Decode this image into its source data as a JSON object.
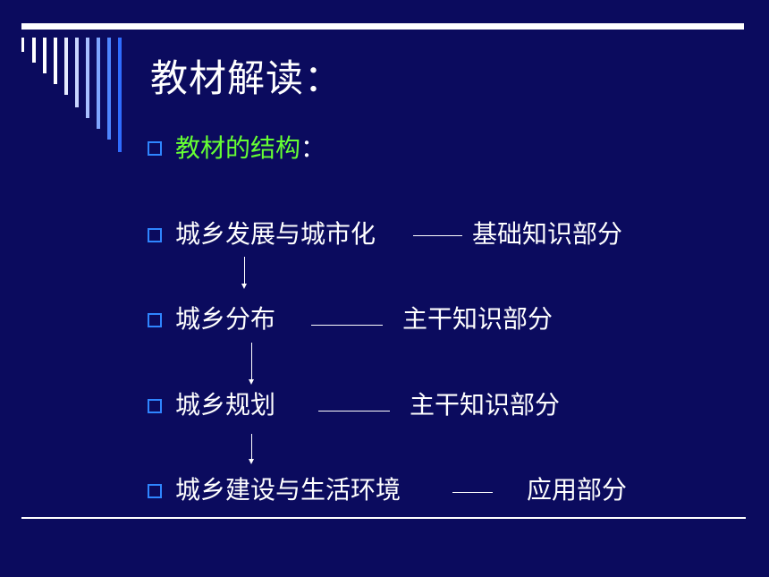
{
  "slide": {
    "title": "教材解读：",
    "items": [
      {
        "main": "教材的结构",
        "colon": "："
      },
      {
        "main": "城乡发展与城市化",
        "suffix": "基础知识部分"
      },
      {
        "main": "城乡分布",
        "suffix": "主干知识部分"
      },
      {
        "main": "城乡规划",
        "suffix": "主干知识部分"
      },
      {
        "main": "城乡建设与生活环境",
        "suffix": "应用部分"
      }
    ]
  },
  "colors": {
    "background": "#0b0b5e",
    "accent_green": "#66ff33",
    "bullet_blue": "#2f86ff",
    "text": "#ffffff"
  }
}
